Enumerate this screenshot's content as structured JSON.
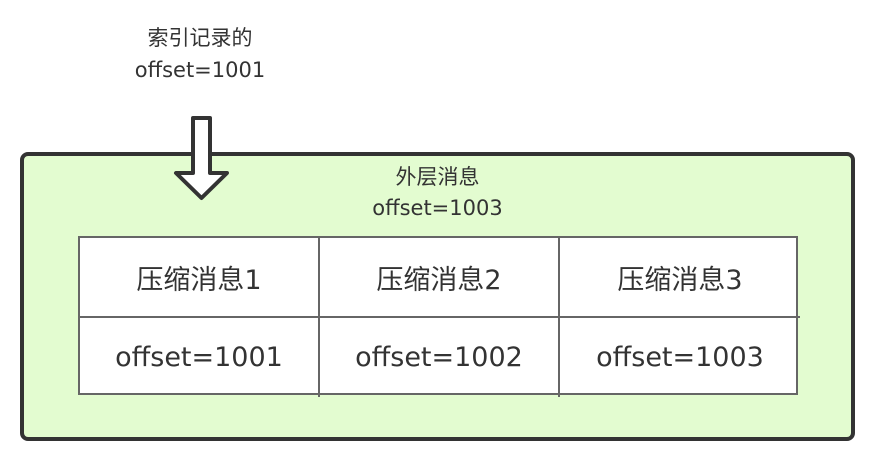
{
  "index_label": {
    "line1": "索引记录的",
    "line2": "offset=1001"
  },
  "outer_message": {
    "title": "外层消息",
    "offset": "offset=1003",
    "fill_color": "#e3fcd0",
    "border_color": "#333333"
  },
  "compressed_messages": [
    {
      "name": "压缩消息1",
      "offset": "offset=1001"
    },
    {
      "name": "压缩消息2",
      "offset": "offset=1002"
    },
    {
      "name": "压缩消息3",
      "offset": "offset=1003"
    }
  ],
  "arrow": {
    "icon": "down-arrow-icon",
    "fill": "#ffffff",
    "stroke": "#333333"
  }
}
